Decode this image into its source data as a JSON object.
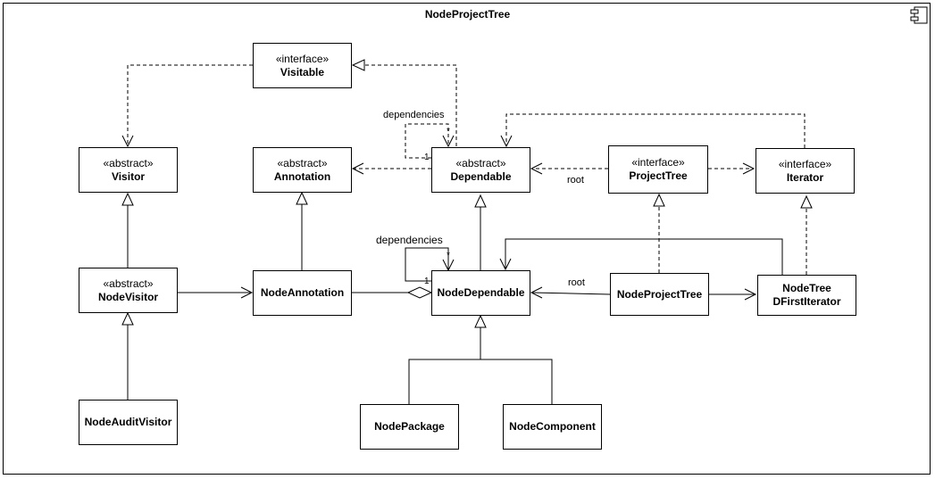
{
  "diagram": {
    "title": "NodeProjectTree",
    "classes": {
      "visitable": {
        "stereotype": "«interface»",
        "name": "Visitable"
      },
      "visitor": {
        "stereotype": "«abstract»",
        "name": "Visitor"
      },
      "annotation": {
        "stereotype": "«abstract»",
        "name": "Annotation"
      },
      "dependable": {
        "stereotype": "«abstract»",
        "name": "Dependable"
      },
      "project_tree": {
        "stereotype": "«interface»",
        "name": "ProjectTree"
      },
      "iterator": {
        "stereotype": "«interface»",
        "name": "Iterator"
      },
      "node_visitor": {
        "stereotype": "«abstract»",
        "name": "NodeVisitor"
      },
      "node_annotation": {
        "name": "NodeAnnotation"
      },
      "node_dependable": {
        "name": "NodeDependable"
      },
      "node_project_tree": {
        "name": "NodeProjectTree"
      },
      "node_tree_dfirst_iterator": {
        "name_line1": "NodeTree",
        "name_line2": "DFirstIterator"
      },
      "node_audit_visitor": {
        "name": "NodeAuditVisitor"
      },
      "node_package": {
        "name": "NodePackage"
      },
      "node_component": {
        "name": "NodeComponent"
      }
    },
    "labels": {
      "dependencies_top": "dependencies",
      "star_top": "*",
      "one_top": "1",
      "root_top": "root",
      "dependencies_bottom": "dependencies",
      "star_bottom": "*",
      "one_bottom": "1",
      "root_bottom": "root"
    }
  }
}
